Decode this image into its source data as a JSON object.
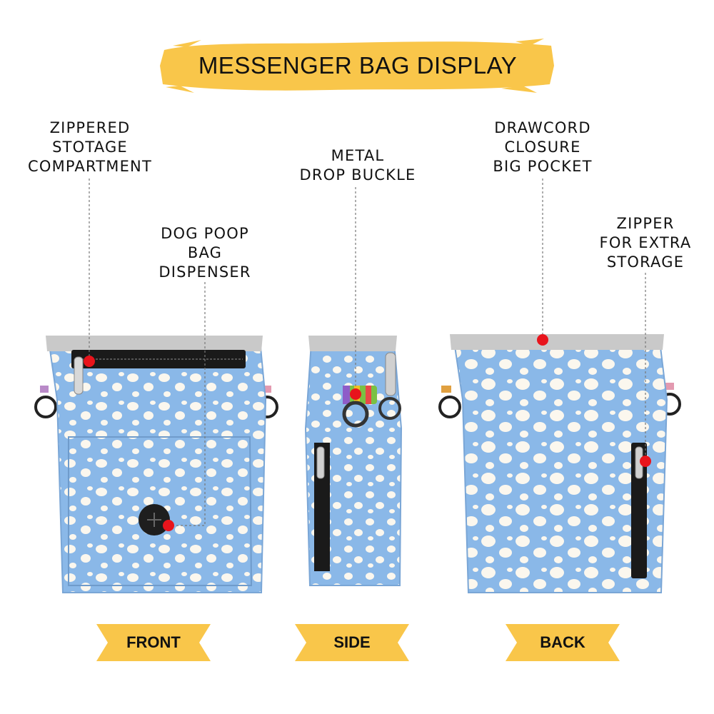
{
  "title": "MESSENGER BAG DISPLAY",
  "callouts": {
    "zippered": [
      "ZIPPERED",
      "STOTAGE",
      "COMPARTMENT"
    ],
    "dispenser": [
      "DOG POOP",
      "BAG",
      "DISPENSER"
    ],
    "buckle": [
      "METAL",
      "DROP BUCKLE"
    ],
    "drawcord": [
      "DRAWCORD",
      "CLOSURE",
      "BIG POCKET"
    ],
    "zipper_extra": [
      "ZIPPER",
      "FOR EXTRA",
      "STORAGE"
    ]
  },
  "views": {
    "front": "FRONT",
    "side": "SIDE",
    "back": "BACK"
  },
  "colors": {
    "bag_blue": "#8ab8e8",
    "spots": "#fbf7ee",
    "trim_gray": "#c9c9c9",
    "label_yellow": "#f9c64a",
    "marker_red": "#e8141c"
  }
}
